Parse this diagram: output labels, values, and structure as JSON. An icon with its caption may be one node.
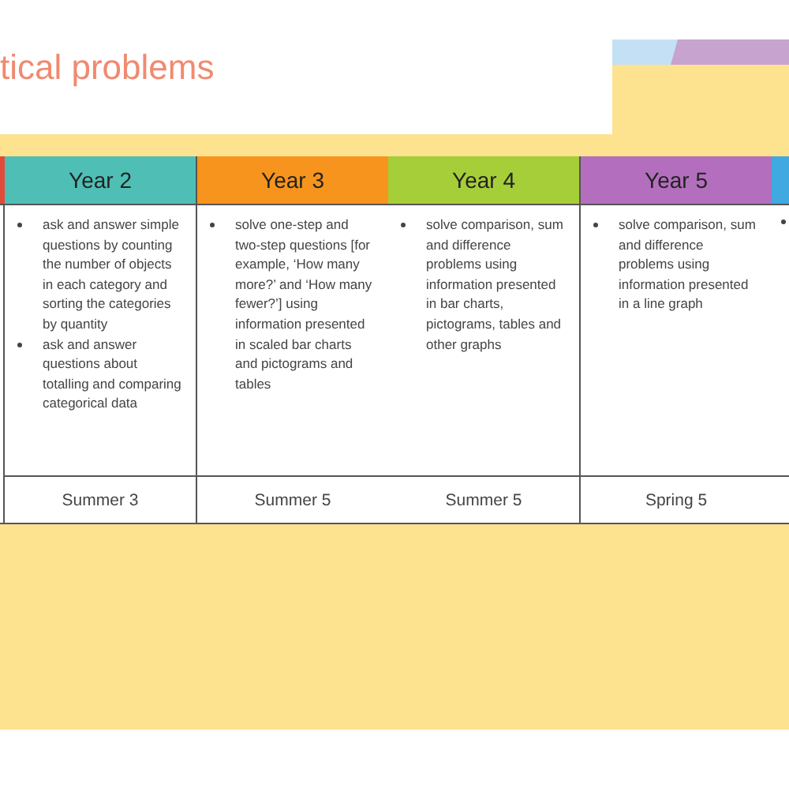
{
  "diagram": {
    "title": "tical problems",
    "labels": [
      "Year 2",
      "Year 3",
      "Year 4",
      "Year 5",
      "ask and answer simple questions by counting the number of objects in each category and sorting the categories by quantity",
      "ask and answer questions about totalling and comparing categorical data",
      "solve one-step and two-step questions [for example, ‘How many more?’ and ‘How many fewer?’] using information presented in scaled bar charts and pictograms and tables",
      "solve comparison, sum and difference problems using information presented in bar charts, pictograms, tables and other graphs",
      "solve comparison, sum and difference problems using information presented in a line graph",
      "Summer 3",
      "Summer 5",
      "Summer 5",
      "Spring 5"
    ]
  }
}
